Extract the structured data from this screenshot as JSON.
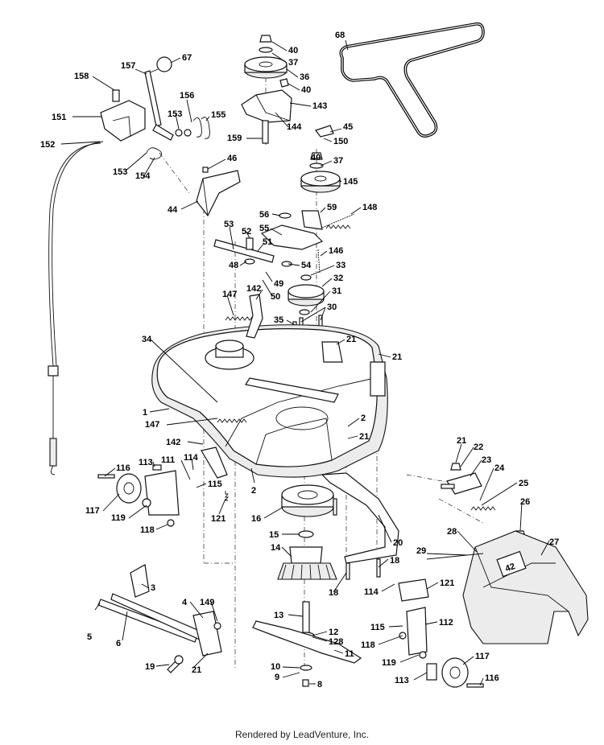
{
  "footer": "Rendered by LeadVenture, Inc.",
  "deck_badge": "42",
  "callouts": [
    {
      "id": "c68",
      "t": "68"
    },
    {
      "id": "c40a",
      "t": "40"
    },
    {
      "id": "c37a",
      "t": "37"
    },
    {
      "id": "c36",
      "t": "36"
    },
    {
      "id": "c40b",
      "t": "40"
    },
    {
      "id": "c143",
      "t": "143"
    },
    {
      "id": "c144",
      "t": "144"
    },
    {
      "id": "c159",
      "t": "159"
    },
    {
      "id": "c45",
      "t": "45"
    },
    {
      "id": "c150",
      "t": "150"
    },
    {
      "id": "c40c",
      "t": "40"
    },
    {
      "id": "c37b",
      "t": "37"
    },
    {
      "id": "c145",
      "t": "145"
    },
    {
      "id": "c157",
      "t": "157"
    },
    {
      "id": "c67",
      "t": "67"
    },
    {
      "id": "c158",
      "t": "158"
    },
    {
      "id": "c156",
      "t": "156"
    },
    {
      "id": "c153a",
      "t": "153"
    },
    {
      "id": "c155",
      "t": "155"
    },
    {
      "id": "c151",
      "t": "151"
    },
    {
      "id": "c152",
      "t": "152"
    },
    {
      "id": "c153b",
      "t": "153"
    },
    {
      "id": "c154",
      "t": "154"
    },
    {
      "id": "c46",
      "t": "46"
    },
    {
      "id": "c44",
      "t": "44"
    },
    {
      "id": "c56",
      "t": "56"
    },
    {
      "id": "c59",
      "t": "59"
    },
    {
      "id": "c148",
      "t": "148"
    },
    {
      "id": "c53",
      "t": "53"
    },
    {
      "id": "c55",
      "t": "55"
    },
    {
      "id": "c52",
      "t": "52"
    },
    {
      "id": "c51",
      "t": "51"
    },
    {
      "id": "c146",
      "t": "146"
    },
    {
      "id": "c54",
      "t": "54"
    },
    {
      "id": "c33",
      "t": "33"
    },
    {
      "id": "c48",
      "t": "48"
    },
    {
      "id": "c49",
      "t": "49"
    },
    {
      "id": "c32",
      "t": "32"
    },
    {
      "id": "c50",
      "t": "50"
    },
    {
      "id": "c142a",
      "t": "142"
    },
    {
      "id": "c147a",
      "t": "147"
    },
    {
      "id": "c31",
      "t": "31"
    },
    {
      "id": "c30",
      "t": "30"
    },
    {
      "id": "c35",
      "t": "35"
    },
    {
      "id": "c34",
      "t": "34"
    },
    {
      "id": "c21a",
      "t": "21"
    },
    {
      "id": "c21b",
      "t": "21"
    },
    {
      "id": "c1",
      "t": "1"
    },
    {
      "id": "c147b",
      "t": "147"
    },
    {
      "id": "c2a",
      "t": "2"
    },
    {
      "id": "c21c",
      "t": "21"
    },
    {
      "id": "c142b",
      "t": "142"
    },
    {
      "id": "c21d",
      "t": "21"
    },
    {
      "id": "c22",
      "t": "22"
    },
    {
      "id": "c23",
      "t": "23"
    },
    {
      "id": "c24",
      "t": "24"
    },
    {
      "id": "c116a",
      "t": "116"
    },
    {
      "id": "c113a",
      "t": "113"
    },
    {
      "id": "c111",
      "t": "111"
    },
    {
      "id": "c114a",
      "t": "114"
    },
    {
      "id": "c115a",
      "t": "115"
    },
    {
      "id": "c2b",
      "t": "2"
    },
    {
      "id": "c25",
      "t": "25"
    },
    {
      "id": "c26",
      "t": "26"
    },
    {
      "id": "c117a",
      "t": "117"
    },
    {
      "id": "c119a",
      "t": "119"
    },
    {
      "id": "c121a",
      "t": "121"
    },
    {
      "id": "c16",
      "t": "16"
    },
    {
      "id": "c118a",
      "t": "118"
    },
    {
      "id": "c15",
      "t": "15"
    },
    {
      "id": "c20",
      "t": "20"
    },
    {
      "id": "c28",
      "t": "28"
    },
    {
      "id": "c27",
      "t": "27"
    },
    {
      "id": "c29",
      "t": "29"
    },
    {
      "id": "c14",
      "t": "14"
    },
    {
      "id": "c18a",
      "t": "18"
    },
    {
      "id": "c18b",
      "t": "18"
    },
    {
      "id": "c3",
      "t": "3"
    },
    {
      "id": "c121b",
      "t": "121"
    },
    {
      "id": "c114b",
      "t": "114"
    },
    {
      "id": "c4",
      "t": "4"
    },
    {
      "id": "c149",
      "t": "149"
    },
    {
      "id": "c13",
      "t": "13"
    },
    {
      "id": "c5",
      "t": "5"
    },
    {
      "id": "c6",
      "t": "6"
    },
    {
      "id": "c112",
      "t": "112"
    },
    {
      "id": "c115b",
      "t": "115"
    },
    {
      "id": "c12",
      "t": "12"
    },
    {
      "id": "c128",
      "t": "128"
    },
    {
      "id": "c118b",
      "t": "118"
    },
    {
      "id": "c11",
      "t": "11"
    },
    {
      "id": "c19",
      "t": "19"
    },
    {
      "id": "c21e",
      "t": "21"
    },
    {
      "id": "c117b",
      "t": "117"
    },
    {
      "id": "c119b",
      "t": "119"
    },
    {
      "id": "c10",
      "t": "10"
    },
    {
      "id": "c9",
      "t": "9"
    },
    {
      "id": "c113b",
      "t": "113"
    },
    {
      "id": "c116b",
      "t": "116"
    },
    {
      "id": "c8",
      "t": "8"
    }
  ]
}
